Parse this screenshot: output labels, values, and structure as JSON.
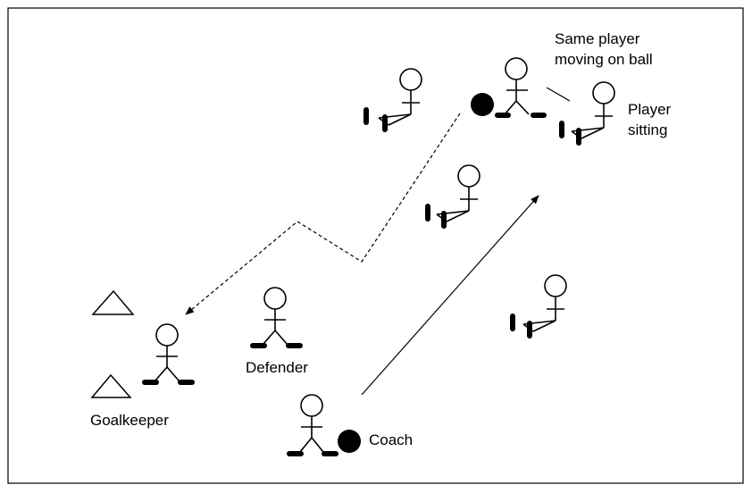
{
  "labels": {
    "same_player_line1": "Same player",
    "same_player_line2": "moving on ball",
    "player_sitting_line1": "Player",
    "player_sitting_line2": "sitting",
    "defender": "Defender",
    "goalkeeper": "Goalkeeper",
    "coach": "Coach"
  },
  "legend_markers": {
    "cone": "triangle",
    "ball": "filled-circle",
    "pass": "dashed-arrow",
    "run": "solid-arrow"
  },
  "colors": {
    "ink": "#000000",
    "background": "#ffffff"
  }
}
